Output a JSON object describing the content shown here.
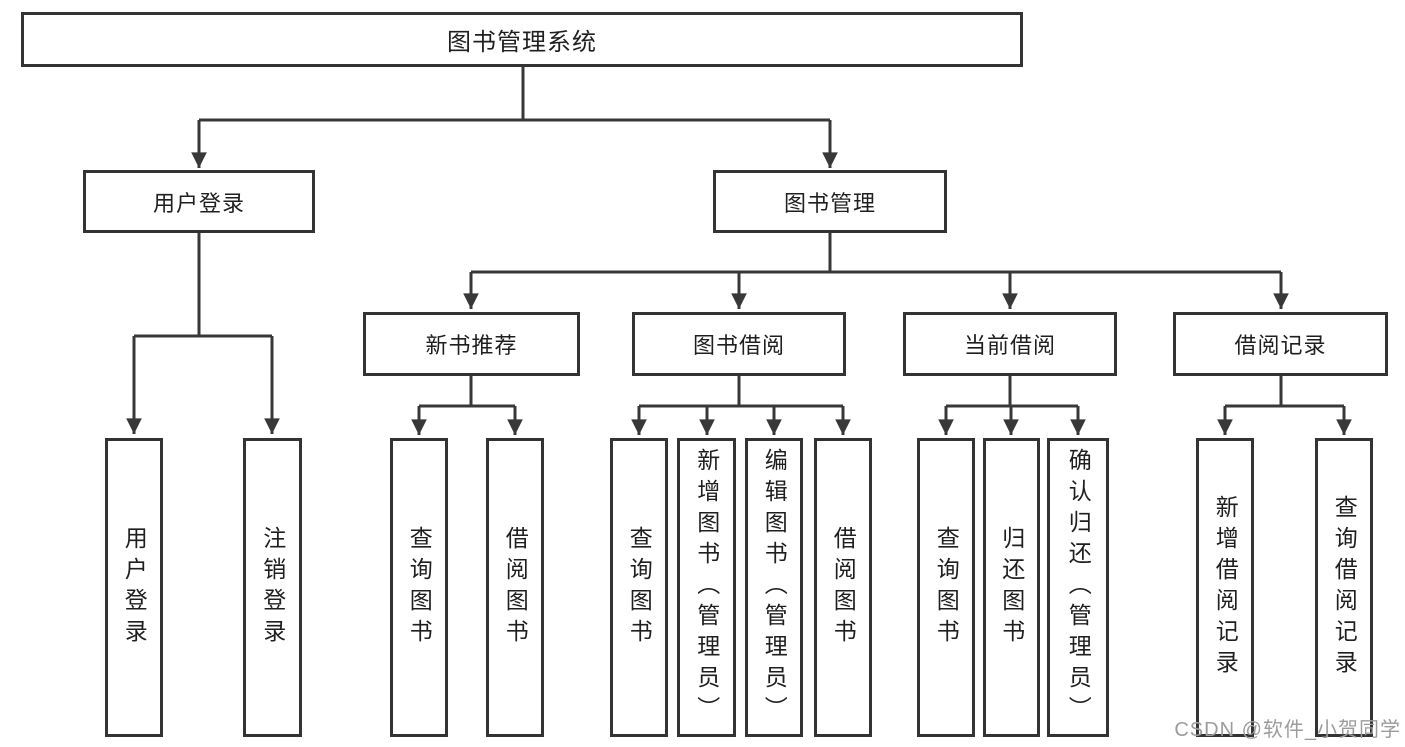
{
  "diagram": {
    "root": {
      "label": "图书管理系统"
    },
    "level2": [
      {
        "label": "用户登录"
      },
      {
        "label": "图书管理"
      }
    ],
    "level3": [
      {
        "label": "新书推荐"
      },
      {
        "label": "图书借阅"
      },
      {
        "label": "当前借阅"
      },
      {
        "label": "借阅记录"
      }
    ],
    "leaves": {
      "user_login": [
        {
          "label": "用户登录"
        },
        {
          "label": "注销登录"
        }
      ],
      "new_book_recommend": [
        {
          "label": "查询图书"
        },
        {
          "label": "借阅图书"
        }
      ],
      "book_borrowing": [
        {
          "label": "查询图书"
        },
        {
          "label": "新增图书（管理员）"
        },
        {
          "label": "编辑图书（管理员）"
        },
        {
          "label": "借阅图书"
        }
      ],
      "current_borrowing": [
        {
          "label": "查询图书"
        },
        {
          "label": "归还图书"
        },
        {
          "label": "确认归还（管理员）"
        }
      ],
      "borrowing_records": [
        {
          "label": "新增借阅记录"
        },
        {
          "label": "查询借阅记录"
        }
      ]
    }
  },
  "watermark": {
    "text": "CSDN @软件_小贺同学"
  },
  "colors": {
    "line": "#383838",
    "box_border": "#333333",
    "text": "#1f1f1f",
    "watermark": "#9c9c9c",
    "background": "#ffffff"
  }
}
